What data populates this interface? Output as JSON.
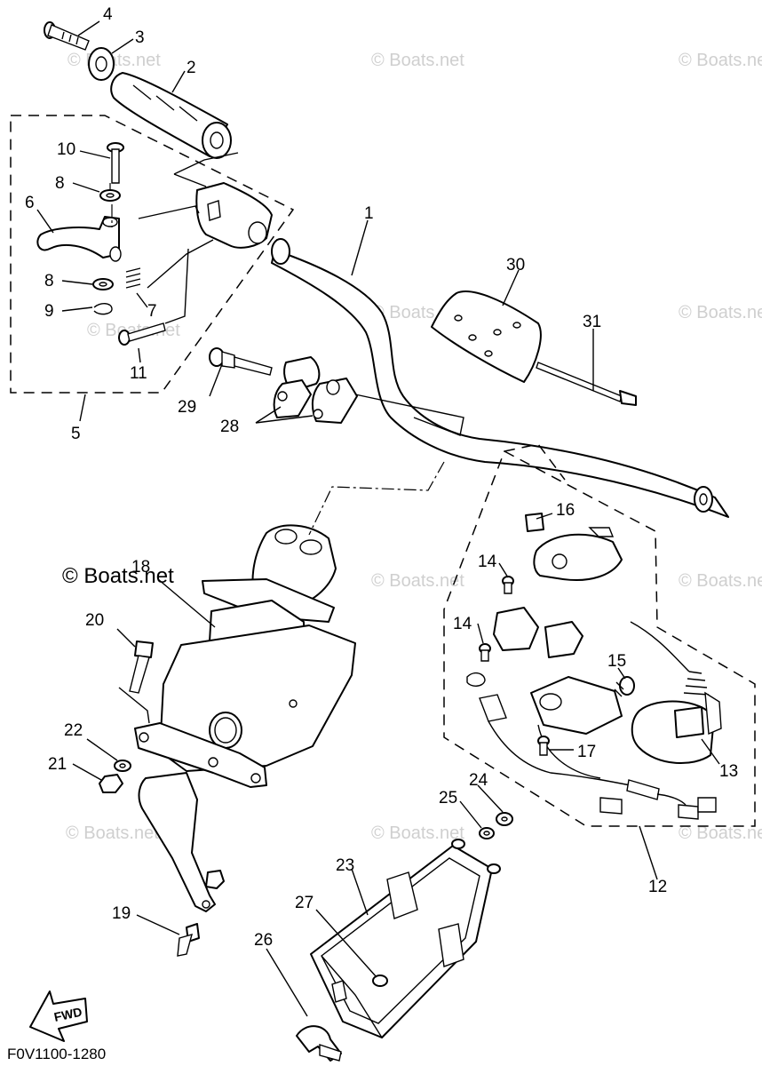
{
  "diagram": {
    "code": "F0V1100-1280",
    "fwd_label": "FWD",
    "watermark": "© Boats.net",
    "watermark_main": "© Boats.net",
    "callouts": [
      {
        "id": "c4",
        "label": "4"
      },
      {
        "id": "c3",
        "label": "3"
      },
      {
        "id": "c2",
        "label": "2"
      },
      {
        "id": "c10",
        "label": "10"
      },
      {
        "id": "c8a",
        "label": "8"
      },
      {
        "id": "c6",
        "label": "6"
      },
      {
        "id": "c8b",
        "label": "8"
      },
      {
        "id": "c7",
        "label": "7"
      },
      {
        "id": "c9",
        "label": "9"
      },
      {
        "id": "c11",
        "label": "11"
      },
      {
        "id": "c5",
        "label": "5"
      },
      {
        "id": "c1",
        "label": "1"
      },
      {
        "id": "c30",
        "label": "30"
      },
      {
        "id": "c31",
        "label": "31"
      },
      {
        "id": "c29",
        "label": "29"
      },
      {
        "id": "c28",
        "label": "28"
      },
      {
        "id": "c18",
        "label": "18"
      },
      {
        "id": "c16",
        "label": "16"
      },
      {
        "id": "c14a",
        "label": "14"
      },
      {
        "id": "c14b",
        "label": "14"
      },
      {
        "id": "c20",
        "label": "20"
      },
      {
        "id": "c15",
        "label": "15"
      },
      {
        "id": "c22",
        "label": "22"
      },
      {
        "id": "c21",
        "label": "21"
      },
      {
        "id": "c17",
        "label": "17"
      },
      {
        "id": "c13",
        "label": "13"
      },
      {
        "id": "c24",
        "label": "24"
      },
      {
        "id": "c25",
        "label": "25"
      },
      {
        "id": "c23",
        "label": "23"
      },
      {
        "id": "c12",
        "label": "12"
      },
      {
        "id": "c27",
        "label": "27"
      },
      {
        "id": "c19",
        "label": "19"
      },
      {
        "id": "c26",
        "label": "26"
      }
    ]
  }
}
